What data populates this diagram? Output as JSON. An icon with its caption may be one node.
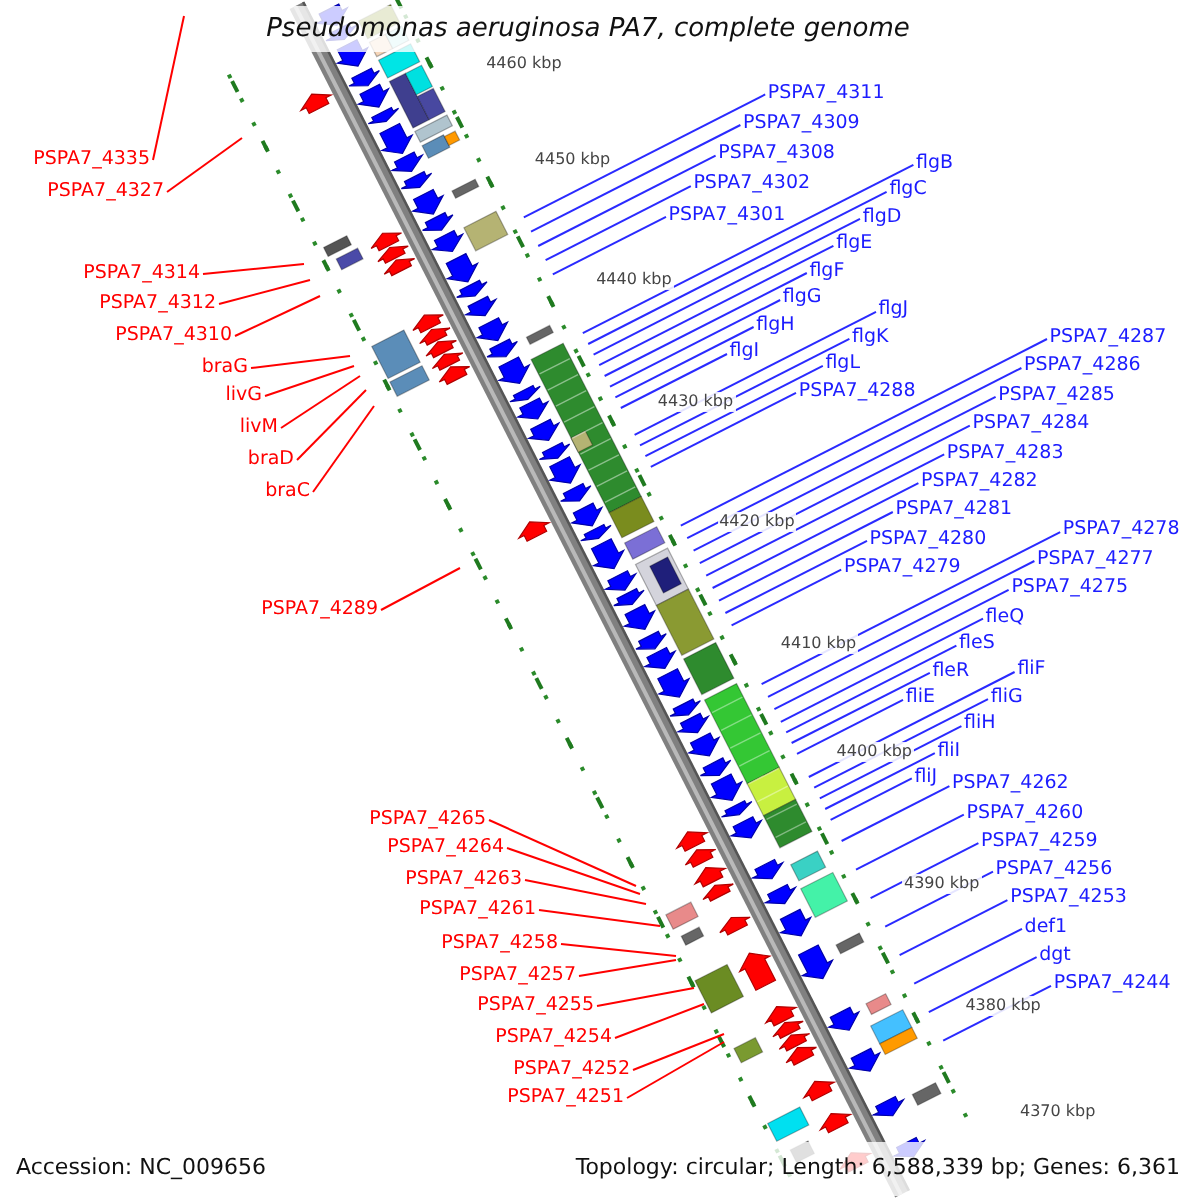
{
  "diagram": {
    "title": "Pseudomonas aeruginosa PA7, complete genome",
    "nodes": [
      {
        "text": [
          "PSPA7_4335"
        ]
      },
      {
        "text": [
          "PSPA7_4327"
        ]
      },
      {
        "text": [
          "PSPA7_4314"
        ]
      },
      {
        "text": [
          "PSPA7_4312"
        ]
      },
      {
        "text": [
          "PSPA7_4310"
        ]
      },
      {
        "text": [
          "braG"
        ]
      },
      {
        "text": [
          "livG"
        ]
      },
      {
        "text": [
          "livM"
        ]
      },
      {
        "text": [
          "braD"
        ]
      },
      {
        "text": [
          "braC"
        ]
      },
      {
        "text": [
          "PSPA7_4289"
        ]
      },
      {
        "text": [
          "PSPA7_4265"
        ]
      },
      {
        "text": [
          "PSPA7_4264"
        ]
      },
      {
        "text": [
          "PSPA7_4263"
        ]
      },
      {
        "text": [
          "PSPA7_4261"
        ]
      },
      {
        "text": [
          "PSPA7_4258"
        ]
      },
      {
        "text": [
          "PSPA7_4257"
        ]
      },
      {
        "text": [
          "PSPA7_4255"
        ]
      },
      {
        "text": [
          "PSPA7_4254"
        ]
      },
      {
        "text": [
          "PSPA7_4252"
        ]
      },
      {
        "text": [
          "PSPA7_4251"
        ]
      },
      {
        "text": [
          "PSPA7_4311"
        ]
      },
      {
        "text": [
          "PSPA7_4309"
        ]
      },
      {
        "text": [
          "PSPA7_4308"
        ]
      },
      {
        "text": [
          "PSPA7_4302"
        ]
      },
      {
        "text": [
          "PSPA7_4301"
        ]
      },
      {
        "text": [
          "flgB"
        ]
      },
      {
        "text": [
          "flgC"
        ]
      },
      {
        "text": [
          "flgD"
        ]
      },
      {
        "text": [
          "flgE"
        ]
      },
      {
        "text": [
          "flgF"
        ]
      },
      {
        "text": [
          "flgG"
        ]
      },
      {
        "text": [
          "flgH"
        ]
      },
      {
        "text": [
          "flgI"
        ]
      },
      {
        "text": [
          "flgJ"
        ]
      },
      {
        "text": [
          "flgK"
        ]
      },
      {
        "text": [
          "flgL"
        ]
      },
      {
        "text": [
          "PSPA7_4288"
        ]
      },
      {
        "text": [
          "PSPA7_4287"
        ]
      },
      {
        "text": [
          "PSPA7_4286"
        ]
      },
      {
        "text": [
          "PSPA7_4285"
        ]
      },
      {
        "text": [
          "PSPA7_4284"
        ]
      },
      {
        "text": [
          "PSPA7_4283"
        ]
      },
      {
        "text": [
          "PSPA7_4282"
        ]
      },
      {
        "text": [
          "PSPA7_4281"
        ]
      },
      {
        "text": [
          "PSPA7_4280"
        ]
      },
      {
        "text": [
          "PSPA7_4279"
        ]
      },
      {
        "text": [
          "PSPA7_4278"
        ]
      },
      {
        "text": [
          "PSPA7_4277"
        ]
      },
      {
        "text": [
          "PSPA7_4275"
        ]
      },
      {
        "text": [
          "fleQ"
        ]
      },
      {
        "text": [
          "fleS"
        ]
      },
      {
        "text": [
          "fleR"
        ]
      },
      {
        "text": [
          "fliE"
        ]
      },
      {
        "text": [
          "fliF"
        ]
      },
      {
        "text": [
          "fliG"
        ]
      },
      {
        "text": [
          "fliH"
        ]
      },
      {
        "text": [
          "fliI"
        ]
      },
      {
        "text": [
          "fliJ"
        ]
      },
      {
        "text": [
          "PSPA7_4262"
        ]
      },
      {
        "text": [
          "PSPA7_4260"
        ]
      },
      {
        "text": [
          "PSPA7_4259"
        ]
      },
      {
        "text": [
          "PSPA7_4256"
        ]
      },
      {
        "text": [
          "PSPA7_4253"
        ]
      },
      {
        "text": [
          "def1"
        ]
      },
      {
        "text": [
          "dgt"
        ]
      },
      {
        "text": [
          "PSPA7_4244"
        ]
      }
    ],
    "edges": [
      {
        "from": 0,
        "to": null,
        "arrow": "none",
        "color": "#ff0000"
      },
      {
        "from": 1,
        "to": null,
        "arrow": "none",
        "color": "#ff0000"
      },
      {
        "from": 2,
        "to": null,
        "arrow": "none",
        "color": "#ff0000"
      },
      {
        "from": 3,
        "to": null,
        "arrow": "none",
        "color": "#ff0000"
      },
      {
        "from": 4,
        "to": null,
        "arrow": "none",
        "color": "#ff0000"
      },
      {
        "from": 5,
        "to": null,
        "arrow": "none",
        "color": "#ff0000"
      },
      {
        "from": 6,
        "to": null,
        "arrow": "none",
        "color": "#ff0000"
      },
      {
        "from": 7,
        "to": null,
        "arrow": "none",
        "color": "#ff0000"
      },
      {
        "from": 8,
        "to": null,
        "arrow": "none",
        "color": "#ff0000"
      },
      {
        "from": 9,
        "to": null,
        "arrow": "none",
        "color": "#ff0000"
      },
      {
        "from": 10,
        "to": null,
        "arrow": "none",
        "color": "#ff0000"
      },
      {
        "from": 11,
        "to": null,
        "arrow": "none",
        "color": "#ff0000"
      },
      {
        "from": 12,
        "to": null,
        "arrow": "none",
        "color": "#ff0000"
      },
      {
        "from": 13,
        "to": null,
        "arrow": "none",
        "color": "#ff0000"
      },
      {
        "from": 14,
        "to": null,
        "arrow": "none",
        "color": "#ff0000"
      },
      {
        "from": 15,
        "to": null,
        "arrow": "none",
        "color": "#ff0000"
      },
      {
        "from": 16,
        "to": null,
        "arrow": "none",
        "color": "#ff0000"
      },
      {
        "from": 17,
        "to": null,
        "arrow": "none",
        "color": "#ff0000"
      },
      {
        "from": 18,
        "to": null,
        "arrow": "none",
        "color": "#ff0000"
      },
      {
        "from": 19,
        "to": null,
        "arrow": "none",
        "color": "#ff0000"
      },
      {
        "from": 20,
        "to": null,
        "arrow": "none",
        "color": "#ff0000"
      },
      {
        "from": 21,
        "to": null,
        "arrow": "none"
      },
      {
        "from": 22,
        "to": null,
        "arrow": "none"
      },
      {
        "from": 23,
        "to": null,
        "arrow": "none"
      },
      {
        "from": 24,
        "to": null,
        "arrow": "none"
      },
      {
        "from": 25,
        "to": null,
        "arrow": "none"
      },
      {
        "from": 26,
        "to": null,
        "arrow": "none"
      },
      {
        "from": 27,
        "to": null,
        "arrow": "none"
      },
      {
        "from": 28,
        "to": null,
        "arrow": "none"
      },
      {
        "from": 29,
        "to": null,
        "arrow": "none"
      },
      {
        "from": 30,
        "to": null,
        "arrow": "none"
      },
      {
        "from": 31,
        "to": null,
        "arrow": "none"
      },
      {
        "from": 32,
        "to": null,
        "arrow": "none"
      },
      {
        "from": 33,
        "to": null,
        "arrow": "none"
      },
      {
        "from": 34,
        "to": null,
        "arrow": "none"
      },
      {
        "from": 35,
        "to": null,
        "arrow": "none"
      },
      {
        "from": 36,
        "to": null,
        "arrow": "none"
      },
      {
        "from": 37,
        "to": null,
        "arrow": "none"
      },
      {
        "from": 38,
        "to": null,
        "arrow": "none"
      },
      {
        "from": 39,
        "to": null,
        "arrow": "none"
      },
      {
        "from": 40,
        "to": null,
        "arrow": "none"
      },
      {
        "from": 41,
        "to": null,
        "arrow": "none"
      },
      {
        "from": 42,
        "to": null,
        "arrow": "none"
      },
      {
        "from": 43,
        "to": null,
        "arrow": "none"
      },
      {
        "from": 44,
        "to": null,
        "arrow": "none"
      },
      {
        "from": 45,
        "to": null,
        "arrow": "none"
      },
      {
        "from": 46,
        "to": null,
        "arrow": "none"
      },
      {
        "from": 47,
        "to": null,
        "arrow": "none"
      },
      {
        "from": 48,
        "to": null,
        "arrow": "none"
      },
      {
        "from": 49,
        "to": null,
        "arrow": "none"
      },
      {
        "from": 50,
        "to": null,
        "arrow": "none"
      },
      {
        "from": 51,
        "to": null,
        "arrow": "none"
      },
      {
        "from": 52,
        "to": null,
        "arrow": "none"
      },
      {
        "from": 53,
        "to": null,
        "arrow": "none"
      },
      {
        "from": 54,
        "to": null,
        "arrow": "none"
      },
      {
        "from": 55,
        "to": null,
        "arrow": "none"
      },
      {
        "from": 56,
        "to": null,
        "arrow": "none"
      },
      {
        "from": 57,
        "to": null,
        "arrow": "none"
      },
      {
        "from": 58,
        "to": null,
        "arrow": "none"
      },
      {
        "from": 59,
        "to": null,
        "arrow": "none"
      },
      {
        "from": 60,
        "to": null,
        "arrow": "none"
      },
      {
        "from": 61,
        "to": null,
        "arrow": "none"
      },
      {
        "from": 62,
        "to": null,
        "arrow": "none"
      },
      {
        "from": 63,
        "to": null,
        "arrow": "none"
      },
      {
        "from": 64,
        "to": null,
        "arrow": "none"
      },
      {
        "from": 65,
        "to": null,
        "arrow": "none"
      },
      {
        "from": 66,
        "to": null,
        "arrow": "none"
      }
    ],
    "labels": [
      "4460 kbp",
      "4450 kbp",
      "4440 kbp",
      "4430 kbp",
      "4420 kbp",
      "4410 kbp",
      "4400 kbp",
      "4390 kbp",
      "4380 kbp",
      "4370 kbp",
      "Accession: NC_009656",
      "Topology: circular; Length: 6,588,339 bp; Genes: 6,361"
    ]
  }
}
